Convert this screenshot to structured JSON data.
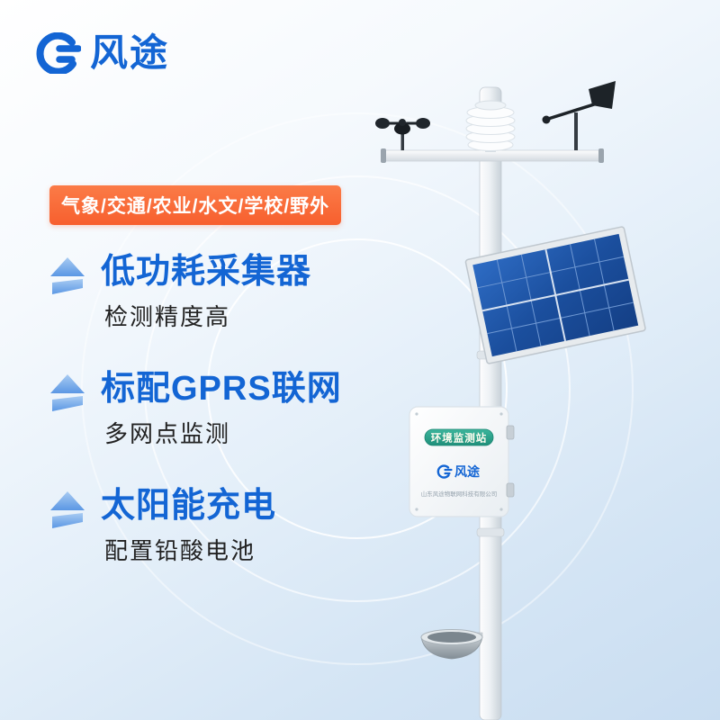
{
  "logo": {
    "text": "风途"
  },
  "badge": {
    "text": "气象/交通/农业/水文/学校/野外"
  },
  "features": [
    {
      "title": "低功耗采集器",
      "subtitle": "检测精度高"
    },
    {
      "title": "标配GPRS联网",
      "subtitle": "多网点监测"
    },
    {
      "title": "太阳能充电",
      "subtitle": "配置铅酸电池"
    }
  ],
  "device": {
    "box_label": "环境监测站",
    "box_brand": "风途",
    "box_company": "山东风途物联网科技有限公司"
  },
  "colors": {
    "brand_blue": "#1365d4",
    "badge_orange": "#f96a3a",
    "arrow_blue": "#5b97e4",
    "panel_blue": "#1b4f9e",
    "label_teal": "#2ba08a"
  }
}
